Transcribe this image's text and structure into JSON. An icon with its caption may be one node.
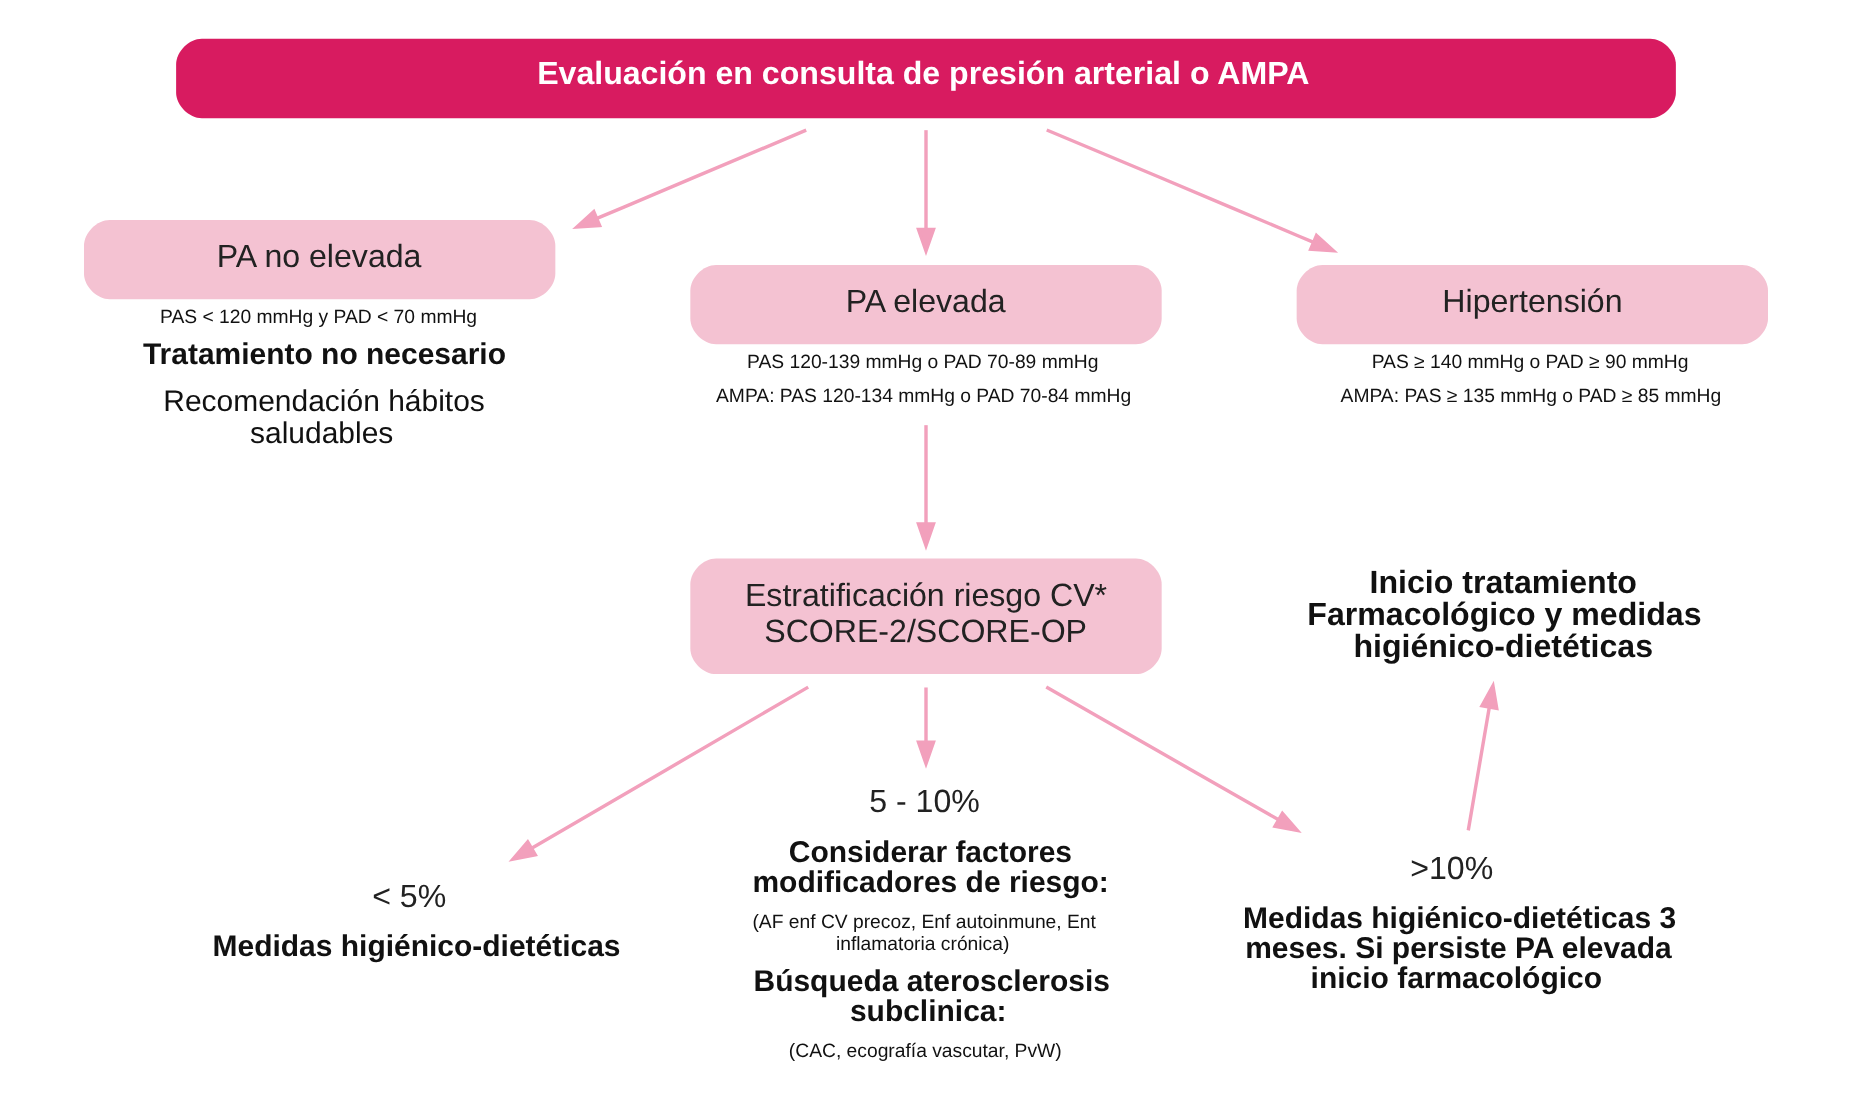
{
  "diagram": {
    "nodes": [
      {
        "text": [
          "Evaluación en consulta de presión arterial o AMPA"
        ]
      },
      {
        "text": [
          "PA no elevada"
        ],
        "beside": [
          "PAS < 120 mmHg y PAD < 70 mmHg",
          "Tratamiento no necesario",
          "Recomendación hábitos saludables"
        ]
      },
      {
        "text": [
          "PA elevada"
        ],
        "beside": [
          "PAS 120-139 mmHg o PAD 70-89 mmHg",
          "AMPA: PAS 120-134 mmHg o PAD 70-84 mmHg"
        ]
      },
      {
        "text": [
          "Hipertensión"
        ],
        "beside": [
          "PAS ≥ 140 mmHg o PAD ≥ 90 mmHg",
          "AMPA: PAS ≥ 135 mmHg o PAD ≥ 85 mmHg"
        ]
      },
      {
        "text": [
          "Estratificación riesgo CV* SCORE-2/SCORE-OP"
        ]
      },
      {
        "text": [
          "< 5%"
        ],
        "beside": [
          "Medidas higiénico-dietéticas"
        ]
      },
      {
        "text": [
          "5 - 10%"
        ],
        "beside": [
          "Considerar factores modificadores de riesgo:",
          "(AF enf CV precoz, Enf autoinmune, Ent inflamatoria crónica)",
          "Búsqueda aterosclerosis subclinica:",
          "(CAC, ecografía vascutar, PvW)"
        ]
      },
      {
        "text": [
          ">10%"
        ],
        "beside": [
          "Medidas higiénico-dietéticas 3 meses. Si persiste PA elevada inicio farmacológico"
        ]
      },
      {
        "text": [
          "Inicio tratamiento Farmacológico y medidas higiénico-dietéticas"
        ]
      }
    ],
    "edges": [
      {
        "from": 0,
        "to": 1,
        "arrow": "to"
      },
      {
        "from": 0,
        "to": 2,
        "arrow": "to"
      },
      {
        "from": 0,
        "to": 3,
        "arrow": "to"
      },
      {
        "from": 2,
        "to": 4,
        "arrow": "to"
      },
      {
        "from": 4,
        "to": 5,
        "arrow": "to"
      },
      {
        "from": 4,
        "to": 6,
        "arrow": "to"
      },
      {
        "from": 4,
        "to": 7,
        "arrow": "to"
      },
      {
        "from": 7,
        "to": 8,
        "arrow": "to"
      }
    ]
  }
}
